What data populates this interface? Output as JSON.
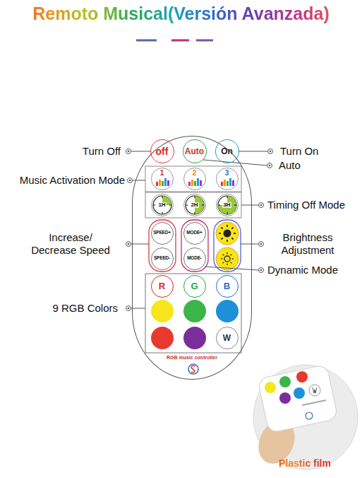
{
  "diagram": {
    "title": "Remoto Musical(Versión Avanzada)",
    "nodes": [
      {
        "text": [
          "RGB music controller"
        ]
      },
      {
        "text": [
          "off"
        ],
        "in": 0
      },
      {
        "text": [
          "Auto"
        ],
        "in": 0
      },
      {
        "text": [
          "On"
        ],
        "in": 0
      },
      {
        "text": [
          "1"
        ],
        "in": 0
      },
      {
        "text": [
          "2"
        ],
        "in": 0
      },
      {
        "text": [
          "3"
        ],
        "in": 0
      },
      {
        "text": [
          "1H"
        ],
        "in": 0
      },
      {
        "text": [
          "2H"
        ],
        "in": 0
      },
      {
        "text": [
          "3H"
        ],
        "in": 0
      },
      {
        "text": [
          "SPEED+"
        ],
        "in": 0
      },
      {
        "text": [
          "MODE+"
        ],
        "in": 0
      },
      {
        "text": [
          "SPEED-"
        ],
        "in": 0
      },
      {
        "text": [
          "MODE-"
        ],
        "in": 0
      },
      {
        "text": [
          "R"
        ],
        "in": 0
      },
      {
        "text": [
          "G"
        ],
        "in": 0
      },
      {
        "text": [
          "B"
        ],
        "in": 0
      },
      {
        "text": [
          "W"
        ],
        "in": 0
      }
    ],
    "labels": [
      "Turn Off",
      "Turn On",
      "Auto",
      "Music Activation Mode",
      "Timing Off Mode",
      "Increase/ Decrease Speed",
      "Brightness Adjustment",
      "Dynamic Mode",
      "9 RGB Colors",
      "Plastic film"
    ]
  }
}
